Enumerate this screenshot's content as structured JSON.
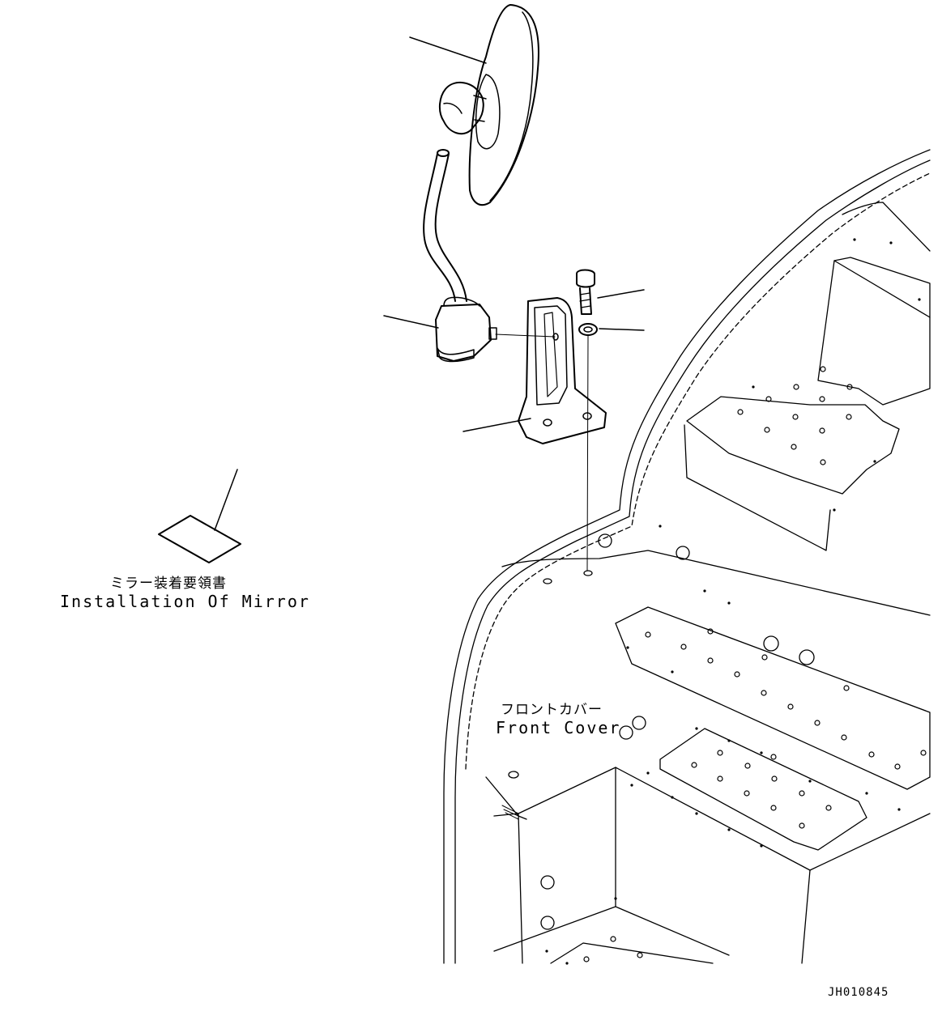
{
  "labels": {
    "manual_jp": "ミラー装着要領書",
    "manual_en": "Installation Of Mirror",
    "front_cover_jp": "フロントカバー",
    "front_cover_en": "Front Cover",
    "drawing_code": "JH010845"
  }
}
